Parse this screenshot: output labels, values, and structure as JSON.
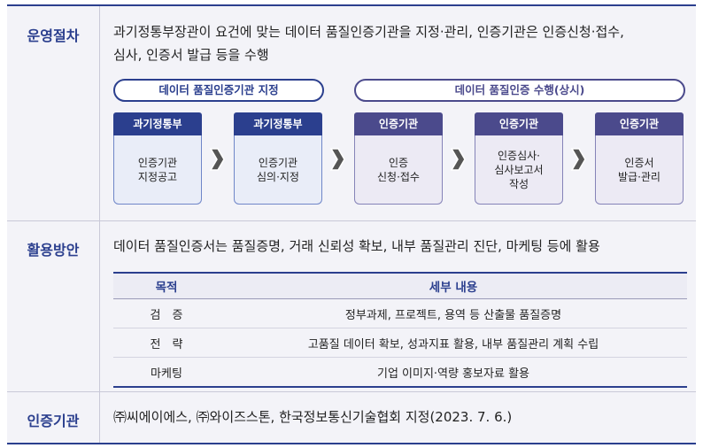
{
  "sections": {
    "procedure": {
      "label": "운영절차",
      "desc_line1": "과기정통부장관이 요건에 맞는 데이터 품질인증기관을 지정·관리, 인증기관은 인증신청·접수,",
      "desc_line2": "심사, 인증서 발급 등을 수행"
    },
    "usage": {
      "label": "활용방안",
      "desc": "데이터 품질인증서는 품질증명, 거래 신뢰성 확보, 내부 품질관리 진단, 마케팅 등에 활용"
    },
    "agency": {
      "label": "인증기관",
      "desc": "㈜씨에이에스, ㈜와이즈스톤, 한국정보통신기술협회 지정(2023. 7. 6.)"
    }
  },
  "phases": [
    {
      "label": "데이터 품질인증기관 지정"
    },
    {
      "label": "데이터 품질인증 수행(상시)"
    }
  ],
  "steps": [
    {
      "head": "과기정통부",
      "body": "인증기관\n지정공고"
    },
    {
      "head": "과기정통부",
      "body": "인증기관\n심의·지정"
    },
    {
      "head": "인증기관",
      "body": "인증\n신청·접수"
    },
    {
      "head": "인증기관",
      "body": "인증심사·\n심사보고서\n작성"
    },
    {
      "head": "인증기관",
      "body": "인증서\n발급·관리"
    }
  ],
  "usage_table": {
    "headers": [
      "목적",
      "세부 내용"
    ],
    "rows": [
      [
        "검　증",
        "정부과제, 프로젝트, 용역 등 산출물 품질증명"
      ],
      [
        "전　략",
        "고품질 데이터 확보, 성과지표 활용, 내부 품질관리 계획 수립"
      ],
      [
        "마케팅",
        "기업 이미지·역량 홍보자료 활용"
      ]
    ]
  },
  "colors": {
    "navy": "#2b3f8e",
    "purple": "#4b4a8c",
    "background": "#f3f3f8"
  },
  "icons": {
    "arrow": "chevron-right-icon"
  }
}
